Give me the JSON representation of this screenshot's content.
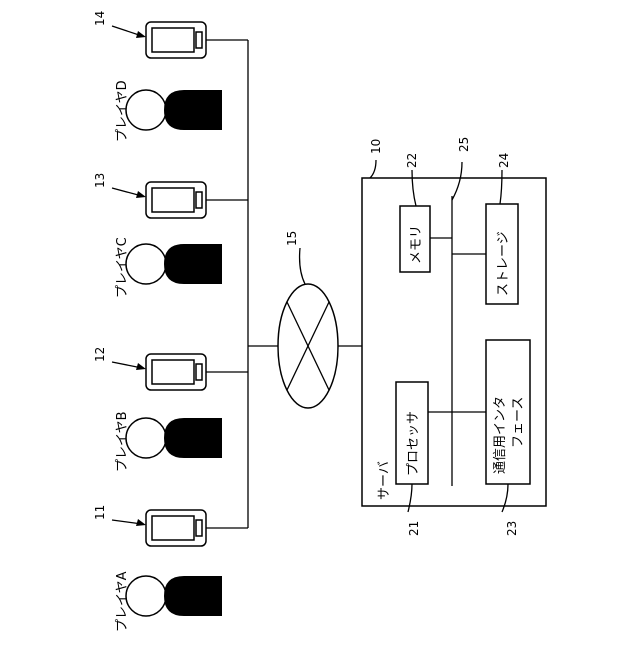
{
  "players": [
    {
      "label": "プレイヤA",
      "terminal_ref": "11"
    },
    {
      "label": "プレイヤB",
      "terminal_ref": "12"
    },
    {
      "label": "プレイヤC",
      "terminal_ref": "13"
    },
    {
      "label": "プレイヤD",
      "terminal_ref": "14"
    }
  ],
  "network": {
    "ref": "15"
  },
  "server": {
    "ref": "10",
    "label": "サーバ",
    "bus_ref": "25",
    "processor": {
      "ref": "21",
      "label": "プロセッサ"
    },
    "memory": {
      "ref": "22",
      "label": "メモリ"
    },
    "comm_interface": {
      "ref": "23",
      "label_line1": "通信用インタ",
      "label_line2": "フェース"
    },
    "storage": {
      "ref": "24",
      "label": "ストレージ"
    }
  }
}
